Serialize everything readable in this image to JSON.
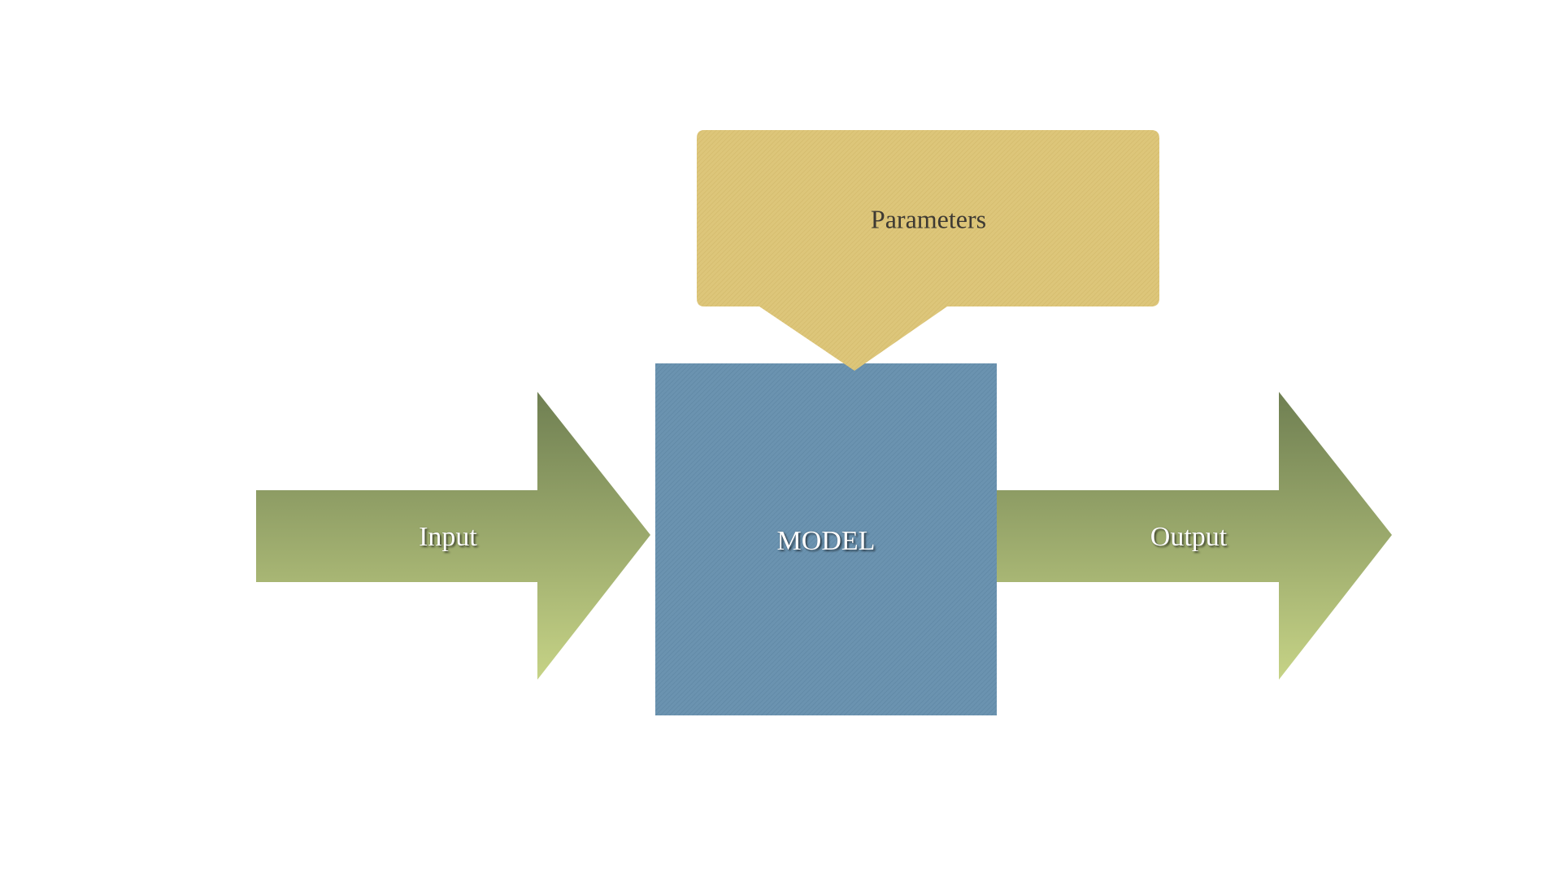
{
  "diagram": {
    "parameters": {
      "label": "Parameters"
    },
    "model": {
      "label": "MODEL"
    },
    "input": {
      "label": "Input"
    },
    "output": {
      "label": "Output"
    }
  },
  "colors": {
    "arrow_top": "#6f7f52",
    "arrow_bottom": "#c4d184",
    "model_fill": "#6b93b0",
    "parameters_fill": "#ddc67a"
  }
}
